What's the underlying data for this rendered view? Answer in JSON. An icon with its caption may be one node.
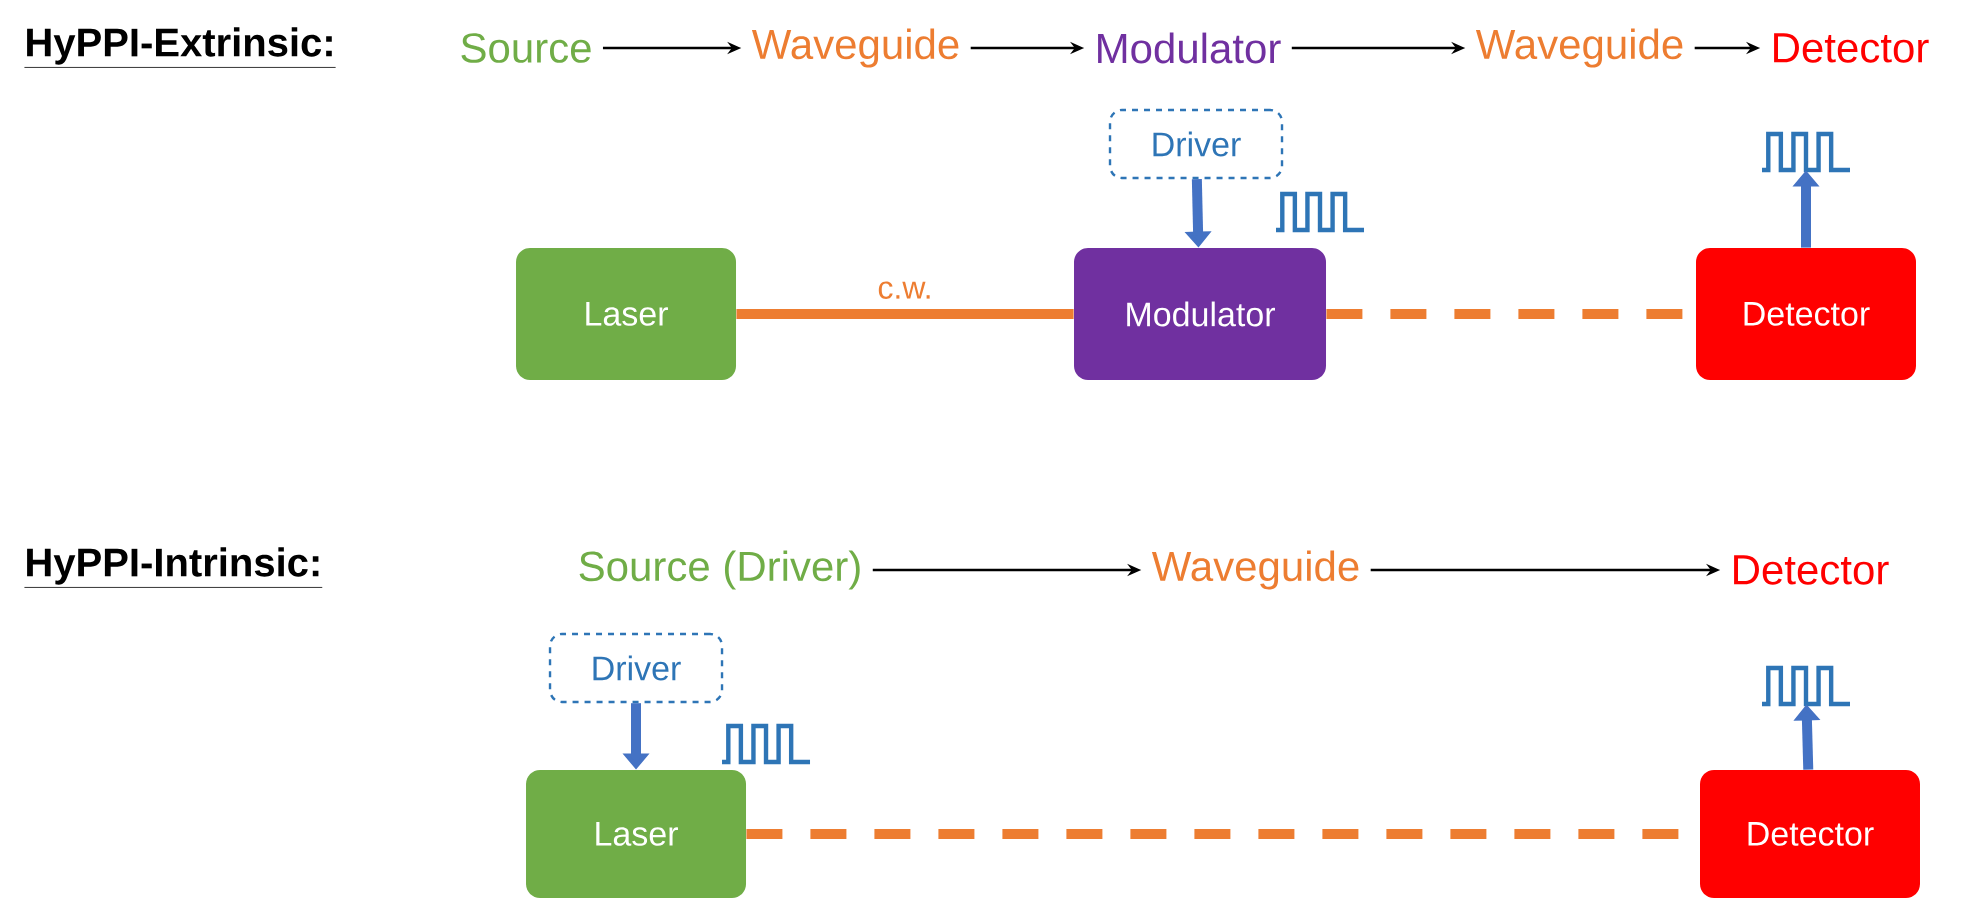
{
  "diagram": {
    "nodes": [
      {
        "text": [
          "Source"
        ]
      },
      {
        "text": [
          "Waveguide"
        ]
      },
      {
        "text": [
          "Modulator"
        ]
      },
      {
        "text": [
          "Waveguide"
        ]
      },
      {
        "text": [
          "Detector"
        ]
      },
      {
        "text": [
          "Driver"
        ]
      },
      {
        "text": [
          "Laser"
        ]
      },
      {
        "text": [
          "Modulator"
        ]
      },
      {
        "text": [
          "Detector"
        ]
      },
      {
        "text": [],
        "shape": "signal"
      },
      {
        "text": [
          "Source (Driver)"
        ]
      },
      {
        "text": [
          "Waveguide"
        ]
      },
      {
        "text": [
          "Detector"
        ]
      },
      {
        "text": [
          "Driver"
        ]
      },
      {
        "text": [
          "Laser"
        ]
      },
      {
        "text": [
          "Detector"
        ]
      },
      {
        "text": [],
        "shape": "signal"
      }
    ],
    "edges": [
      {
        "from": 0,
        "to": 1,
        "arrow": "to"
      },
      {
        "from": 1,
        "to": 2,
        "arrow": "to"
      },
      {
        "from": 2,
        "to": 3,
        "arrow": "to"
      },
      {
        "from": 3,
        "to": 4,
        "arrow": "to"
      },
      {
        "from": 5,
        "to": 7,
        "arrow": "to",
        "color": "#4472c4"
      },
      {
        "from": 6,
        "to": 7,
        "arrow": "none",
        "label": "c.w.",
        "color": "#ed7d31"
      },
      {
        "from": 7,
        "to": 8,
        "arrow": "none",
        "style": "dashed",
        "color": "#ed7d31"
      },
      {
        "from": 8,
        "to": 9,
        "arrow": "to",
        "color": "#4472c4"
      },
      {
        "from": 10,
        "to": 11,
        "arrow": "to"
      },
      {
        "from": 11,
        "to": 12,
        "arrow": "to"
      },
      {
        "from": 13,
        "to": 14,
        "arrow": "to",
        "color": "#4472c4"
      },
      {
        "from": 14,
        "to": 15,
        "arrow": "none",
        "style": "dashed",
        "color": "#ed7d31"
      },
      {
        "from": 15,
        "to": 16,
        "arrow": "to",
        "color": "#4472c4"
      }
    ],
    "labels": [
      "HyPPI-Extrinsic:",
      "HyPPI-Intrinsic:"
    ]
  }
}
